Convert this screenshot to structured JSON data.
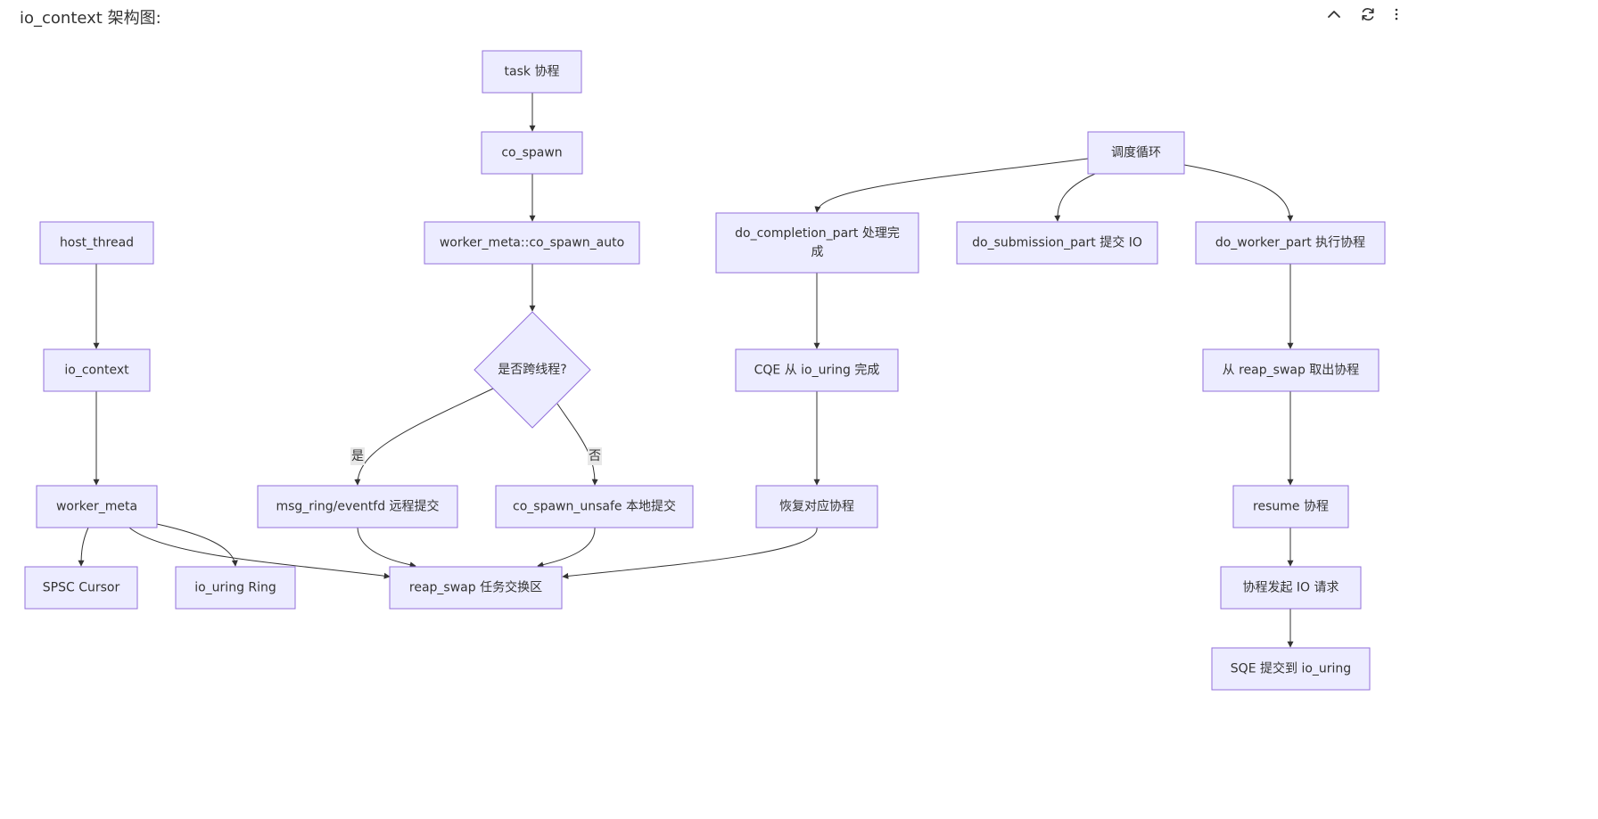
{
  "header": {
    "title": "io_context 架构图:"
  },
  "toolbar": {
    "collapse_icon": "chevron-up-icon",
    "refresh_icon": "refresh-icon",
    "more_icon": "more-vertical-icon"
  },
  "colors": {
    "node_fill": "#ececff",
    "node_border": "#9370db",
    "edge": "#333333",
    "text": "#333333"
  },
  "diagram": {
    "nodes": [
      {
        "id": "task",
        "label": "task 协程"
      },
      {
        "id": "co_spawn",
        "label": "co_spawn"
      },
      {
        "id": "co_spawn_auto",
        "label": "worker_meta::co_spawn_auto"
      },
      {
        "id": "cross_thread",
        "label": "是否跨线程?",
        "shape": "diamond"
      },
      {
        "id": "msg_ring",
        "label": "msg_ring/eventfd 远程提交"
      },
      {
        "id": "spawn_unsafe",
        "label": "co_spawn_unsafe 本地提交"
      },
      {
        "id": "host_thread",
        "label": "host_thread"
      },
      {
        "id": "io_context",
        "label": "io_context"
      },
      {
        "id": "worker_meta",
        "label": "worker_meta"
      },
      {
        "id": "spsc",
        "label": "SPSC Cursor"
      },
      {
        "id": "ring",
        "label": "io_uring Ring"
      },
      {
        "id": "reap_swap",
        "label": "reap_swap 任务交换区"
      },
      {
        "id": "sched",
        "label": "调度循环"
      },
      {
        "id": "completion",
        "label": "do_completion_part 处理完成"
      },
      {
        "id": "submission",
        "label": "do_submission_part 提交 IO"
      },
      {
        "id": "worker_part",
        "label": "do_worker_part 执行协程"
      },
      {
        "id": "cqe",
        "label": "CQE 从 io_uring 完成"
      },
      {
        "id": "resume_corr",
        "label": "恢复对应协程"
      },
      {
        "id": "take",
        "label": "从 reap_swap 取出协程"
      },
      {
        "id": "resume",
        "label": "resume 协程"
      },
      {
        "id": "initiate",
        "label": "协程发起 IO 请求"
      },
      {
        "id": "sqe",
        "label": "SQE 提交到 io_uring"
      }
    ],
    "edges": [
      {
        "from": "task",
        "to": "co_spawn"
      },
      {
        "from": "co_spawn",
        "to": "co_spawn_auto"
      },
      {
        "from": "co_spawn_auto",
        "to": "cross_thread"
      },
      {
        "from": "cross_thread",
        "to": "msg_ring",
        "label": "是"
      },
      {
        "from": "cross_thread",
        "to": "spawn_unsafe",
        "label": "否"
      },
      {
        "from": "host_thread",
        "to": "io_context"
      },
      {
        "from": "io_context",
        "to": "worker_meta"
      },
      {
        "from": "worker_meta",
        "to": "spsc"
      },
      {
        "from": "worker_meta",
        "to": "ring"
      },
      {
        "from": "worker_meta",
        "to": "reap_swap"
      },
      {
        "from": "msg_ring",
        "to": "reap_swap"
      },
      {
        "from": "spawn_unsafe",
        "to": "reap_swap"
      },
      {
        "from": "resume_corr",
        "to": "reap_swap"
      },
      {
        "from": "sched",
        "to": "completion"
      },
      {
        "from": "sched",
        "to": "submission"
      },
      {
        "from": "sched",
        "to": "worker_part"
      },
      {
        "from": "completion",
        "to": "cqe"
      },
      {
        "from": "cqe",
        "to": "resume_corr"
      },
      {
        "from": "worker_part",
        "to": "take"
      },
      {
        "from": "take",
        "to": "resume"
      },
      {
        "from": "resume",
        "to": "initiate"
      },
      {
        "from": "initiate",
        "to": "sqe"
      }
    ]
  }
}
